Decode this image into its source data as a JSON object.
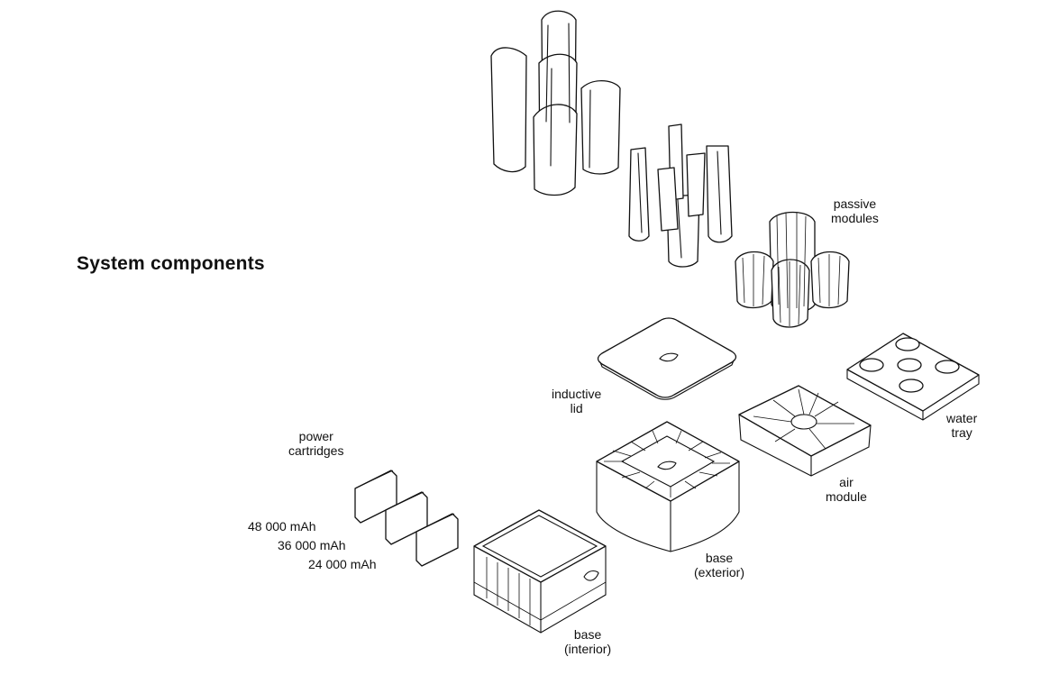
{
  "title": "System components",
  "labels": {
    "passive_modules": [
      "passive",
      "modules"
    ],
    "inductive_lid": [
      "inductive",
      "lid"
    ],
    "water_tray": [
      "water",
      "tray"
    ],
    "air_module": [
      "air",
      "module"
    ],
    "base_exterior": [
      "base",
      "(exterior)"
    ],
    "base_interior": [
      "base",
      "(interior)"
    ],
    "power_cartridges": [
      "power",
      "cartridges"
    ]
  },
  "capacities": [
    "48 000 mAh",
    "36 000 mAh",
    "24 000 mAh"
  ]
}
